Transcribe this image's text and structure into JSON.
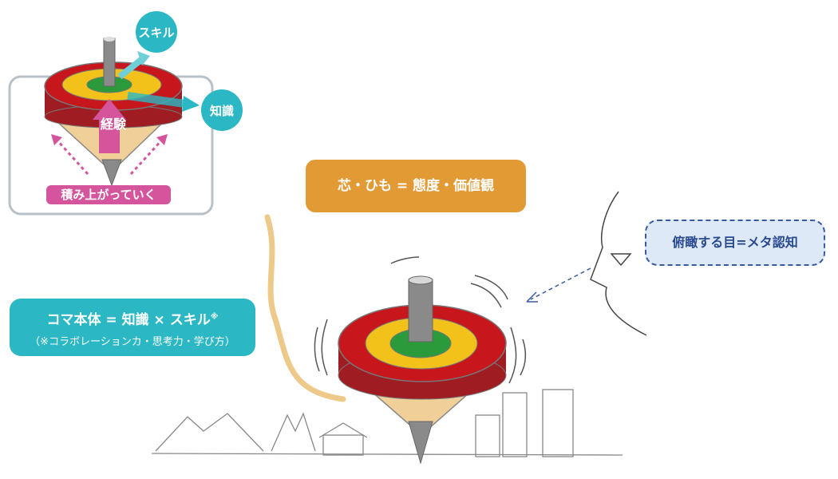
{
  "inset": {
    "skill_label": "スキル",
    "knowledge_label": "知識",
    "experience_label": "経験",
    "stacking_label": "積み上がっていく"
  },
  "core_label": "芯・ひも = 態度・価値観",
  "meta_label": "俯瞰する目=メタ認知",
  "body_box": {
    "title": "コマ本体 = 知識 × スキル",
    "title_mark": "※",
    "note": "（※コラボレーションカ・思考力・学び方）"
  },
  "colors": {
    "teal": "#2bb8c4",
    "orange": "#e29a35",
    "pink": "#d4559b",
    "red": "#c8161d",
    "yellow": "#f2c21b",
    "green": "#2a9a3b",
    "tan": "#f0cf98"
  }
}
